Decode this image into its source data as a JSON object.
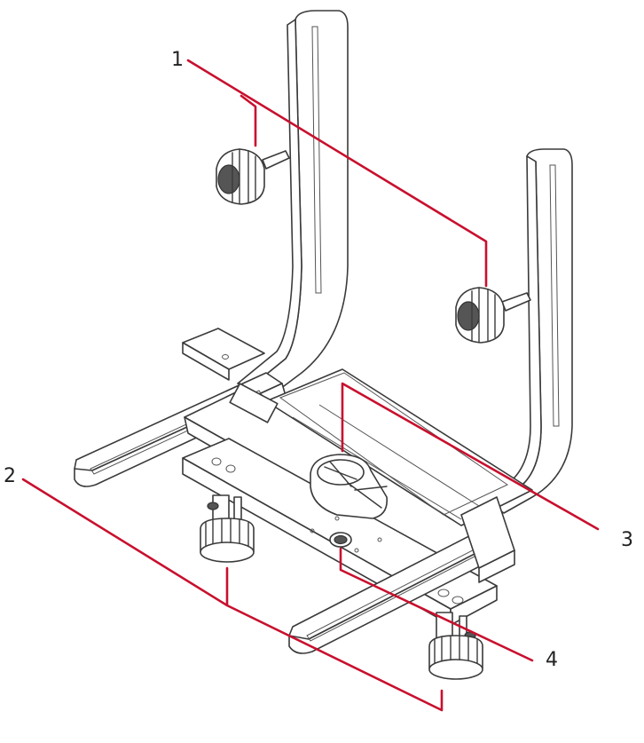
{
  "colors": {
    "leader_line": "#c8102e",
    "drawing_line": "#3a3a3a",
    "background": "#ffffff"
  },
  "callouts": [
    {
      "id": "1",
      "label": "1"
    },
    {
      "id": "2",
      "label": "2"
    },
    {
      "id": "3",
      "label": "3"
    },
    {
      "id": "4",
      "label": "4"
    }
  ]
}
